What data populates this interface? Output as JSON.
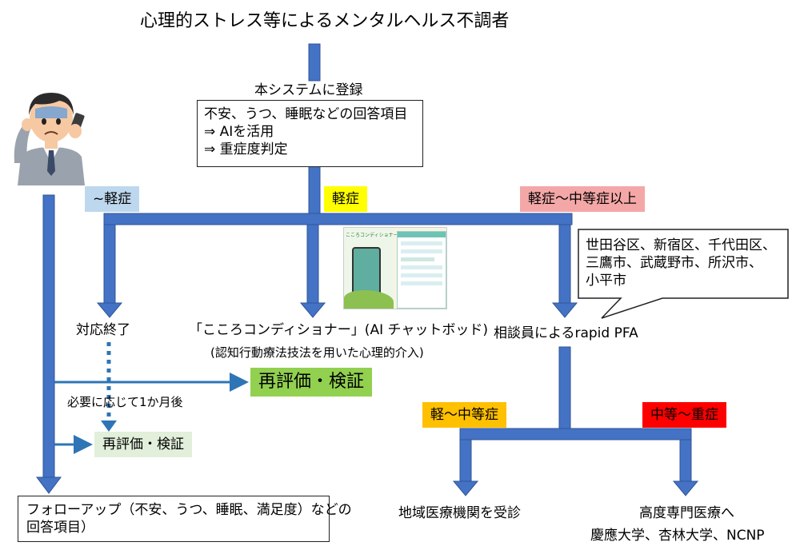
{
  "title": "心理的ストレス等によるメンタルヘルス不調者",
  "register_label": "本システムに登録",
  "question_box": {
    "line1": "不安、うつ、睡眠などの回答項目",
    "line2": "⇒  AIを活用",
    "line3": "⇒  重症度判定"
  },
  "severity_tags": {
    "mild_or_less": "~軽症",
    "mild": "軽症",
    "mild_to_moderate_plus": "軽症～中等症以上"
  },
  "outcomes": {
    "end_of_support": "対応終了",
    "chatbot_line1": "「こころコンディショナー」(AI チャットボッド)",
    "chatbot_line2": "(認知行動療法技法を用いた心理的介入)",
    "rapid_pfa": "相談員によるrapid PFA"
  },
  "callout": {
    "line1": "世田谷区、新宿区、千代田区、",
    "line2": "三鷹市、武蔵野市、所沢市、",
    "line3": "小平市"
  },
  "reevaluation_large": "再評価・検証",
  "reevaluation_small": "再評価・検証",
  "one_month_note": "必要に応じて1か月後",
  "followup_box": {
    "line1": "フォローアップ（不安、うつ、睡眠、満足度）などの",
    "line2": "回答項目）"
  },
  "lower_tags": {
    "mild_to_moderate": "軽～中等症",
    "moderate_to_severe": "中等～重症"
  },
  "lower_outcomes": {
    "regional": "地域医療機関を受診",
    "advanced": "高度専門医療へ",
    "institutions": "慶應大学、杏林大学、NCNP"
  },
  "app_image": {
    "header": "こころコンディショナー"
  },
  "colors": {
    "arrow_blue": "#4472c4",
    "arrow_edge": "#2f5597",
    "tag_light_blue": "#bdd7ee",
    "tag_yellow": "#ffff00",
    "tag_pink": "#f4a7a7",
    "reeval_green": "#92d050",
    "reeval_light_green": "#e2efda",
    "tag_orange": "#ffc000",
    "tag_red": "#ff0000"
  }
}
